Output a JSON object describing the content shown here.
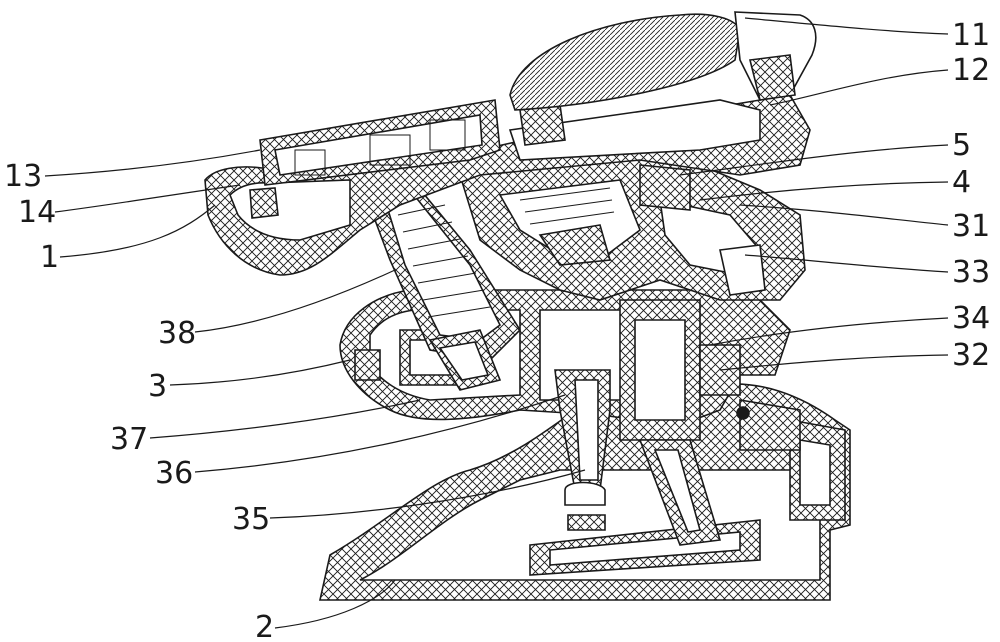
{
  "diagram": {
    "labels": [
      {
        "id": "11",
        "text": "11"
      },
      {
        "id": "12",
        "text": "12"
      },
      {
        "id": "5",
        "text": "5"
      },
      {
        "id": "4",
        "text": "4"
      },
      {
        "id": "31",
        "text": "31"
      },
      {
        "id": "33",
        "text": "33"
      },
      {
        "id": "34",
        "text": "34"
      },
      {
        "id": "32",
        "text": "32"
      },
      {
        "id": "13",
        "text": "13"
      },
      {
        "id": "14",
        "text": "14"
      },
      {
        "id": "1",
        "text": "1"
      },
      {
        "id": "38",
        "text": "38"
      },
      {
        "id": "3",
        "text": "3"
      },
      {
        "id": "37",
        "text": "37"
      },
      {
        "id": "36",
        "text": "36"
      },
      {
        "id": "35",
        "text": "35"
      },
      {
        "id": "2",
        "text": "2"
      }
    ]
  },
  "colors": {
    "ink": "#1a1a1a",
    "paper": "#ffffff"
  }
}
